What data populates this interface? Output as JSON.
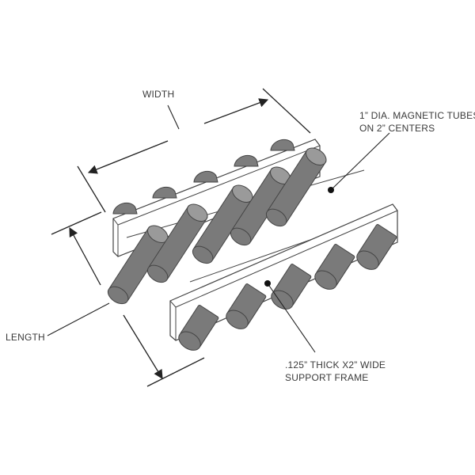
{
  "labels": {
    "width": "WIDTH",
    "length": "LENGTH",
    "tubes_line1": "1” DIA. MAGNETIC TUBES",
    "tubes_line2": "ON 2” CENTERS",
    "frame_line1": ".125”   THICK   X2”   WIDE",
    "frame_line2": "SUPPORT FRAME"
  },
  "tube_count": 5,
  "colors": {
    "tube": "#7a7a7a",
    "tube_end": "#9a9a9a",
    "outline": "#444444",
    "frame": "#ffffff"
  }
}
